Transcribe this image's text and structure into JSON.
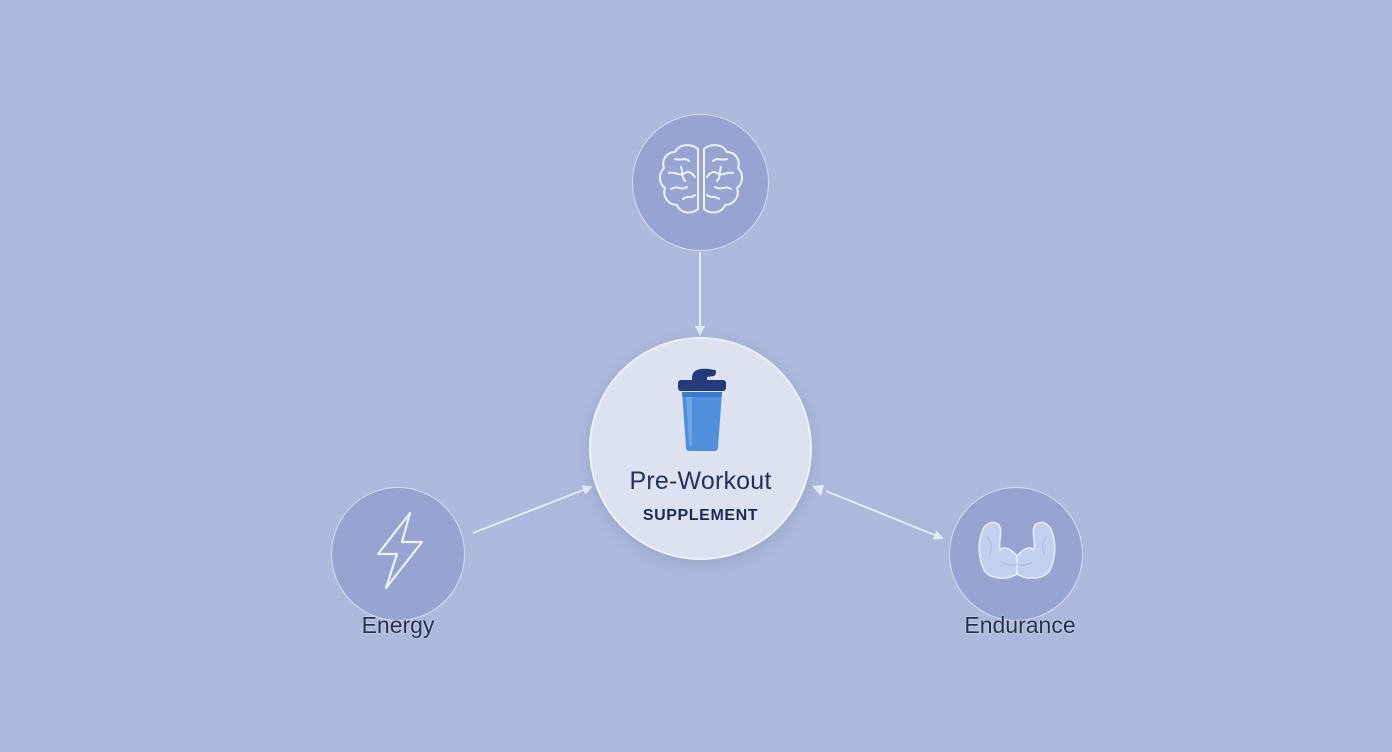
{
  "hub": {
    "title": "Pre-Workout",
    "subtitle": "SUPPLEMENT",
    "icon": "shaker-bottle-icon"
  },
  "satellites": [
    {
      "key": "focus",
      "label": "",
      "icon": "brain-icon"
    },
    {
      "key": "energy",
      "label": "Energy",
      "icon": "lightning-bolt-icon"
    },
    {
      "key": "endurance",
      "label": "Endurance",
      "icon": "flexed-arms-icon"
    }
  ],
  "colors": {
    "background": "#adb8dc",
    "hub_fill": "#dde2f1",
    "satellite_fill": "#97a4d2",
    "connector": "#e6eaf6",
    "text_dark": "#26305e",
    "accent_blue": "#4f8fdc",
    "cap_navy": "#253a7a"
  }
}
